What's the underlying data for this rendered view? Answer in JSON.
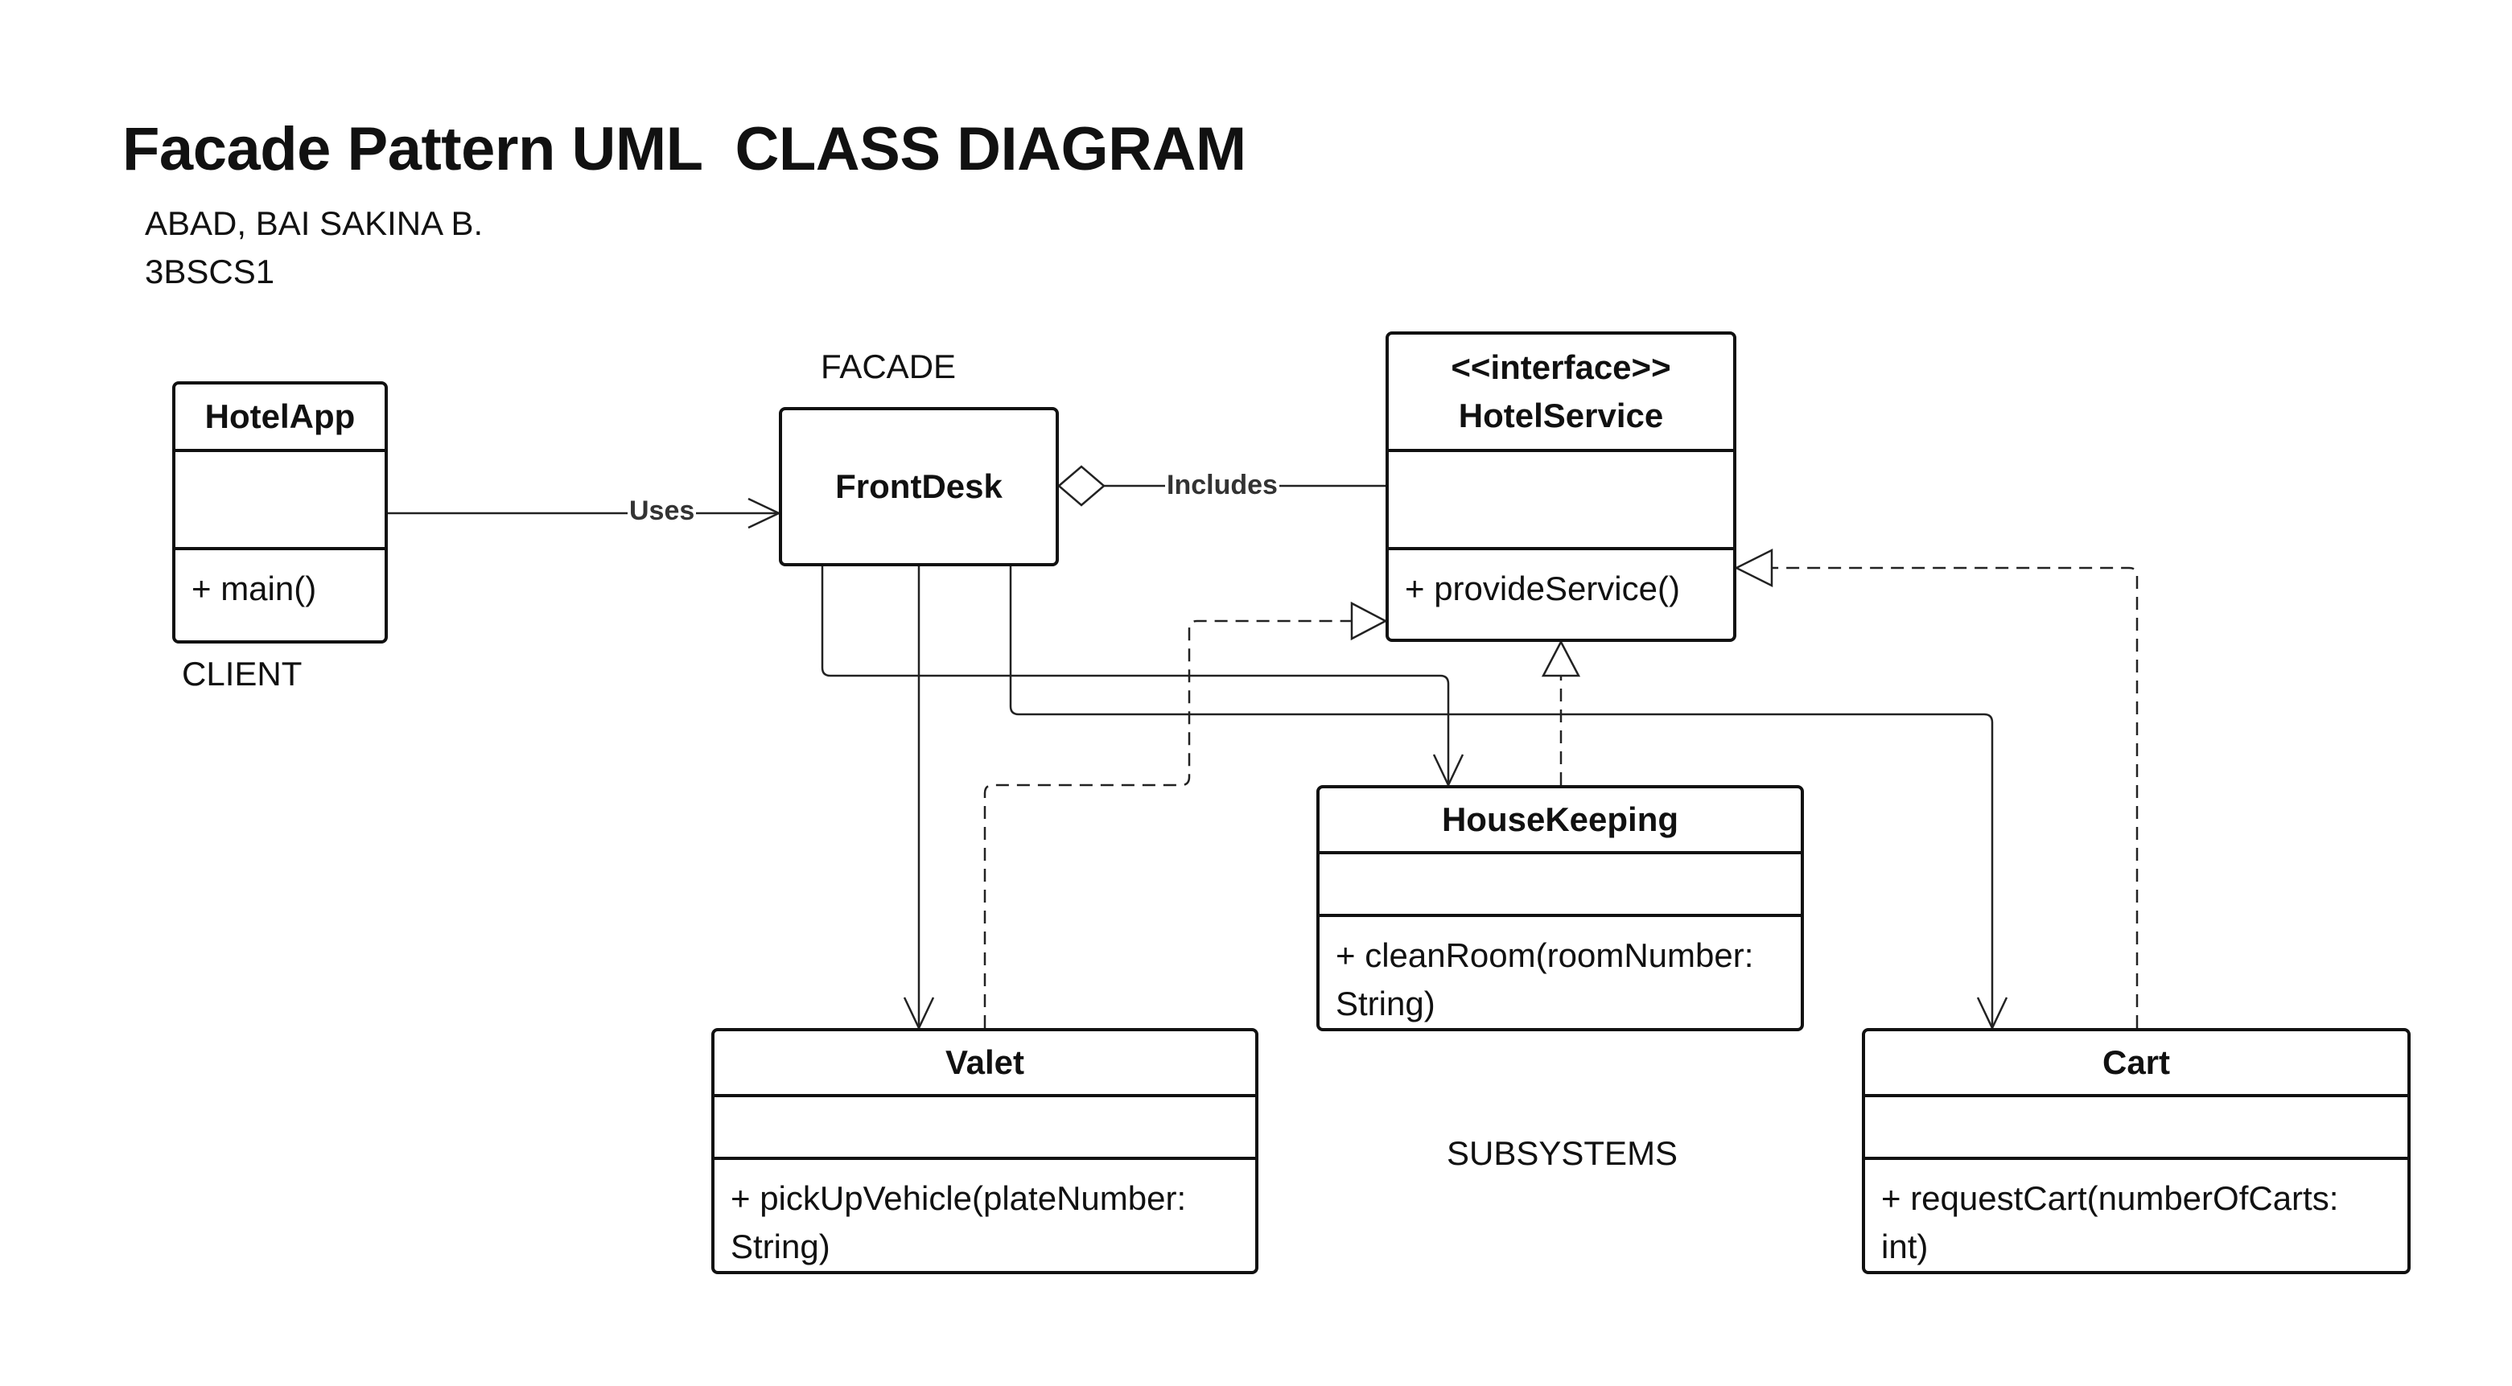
{
  "diagram": {
    "title": "Facade Pattern UML  CLASS DIAGRAM",
    "author": "ABAD, BAI SAKINA B.",
    "section": "3BSCS1",
    "labels": {
      "client": "CLIENT",
      "facade": "FACADE",
      "subsystems": "SUBSYSTEMS"
    },
    "classes": {
      "hotelapp": {
        "name": "HotelApp",
        "ops": [
          "+ main()"
        ]
      },
      "frontdesk": {
        "name": "FrontDesk"
      },
      "hotelservice": {
        "stereotype": "<<interface>>",
        "name": "HotelService",
        "ops": [
          "+ provideService()"
        ]
      },
      "housekeeping": {
        "name": "HouseKeeping",
        "ops": [
          "+ cleanRoom(roomNumber:",
          "String)"
        ]
      },
      "valet": {
        "name": "Valet",
        "ops": [
          "+ pickUpVehicle(plateNumber:",
          "String)"
        ]
      },
      "cart": {
        "name": "Cart",
        "ops": [
          "+ requestCart(numberOfCarts:",
          "int)"
        ]
      }
    },
    "edges": {
      "uses": "Uses",
      "includes": "Includes"
    },
    "colors": {
      "line": "#111111",
      "edge_label": "#333333",
      "background": "#ffffff"
    }
  }
}
